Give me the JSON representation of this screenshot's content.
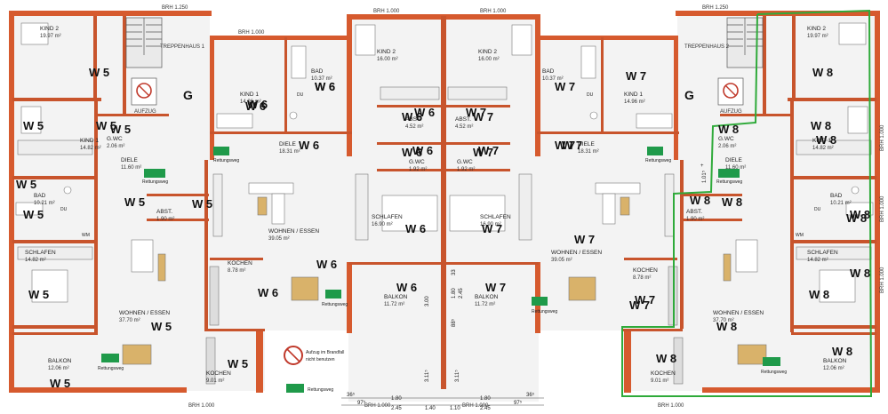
{
  "brh": {
    "top": [
      "BRH 1.250",
      "BRH 1.000",
      "BRH 1.000",
      "BRH 1.000",
      "BRH 1.250"
    ],
    "bottom": [
      "BRH 1.000",
      "BRH 1.000",
      "BRH 1.000",
      "BRH 1.000"
    ],
    "right": [
      "BRH 1.000",
      "BRH 1.000",
      "BRH 1.000"
    ]
  },
  "stairs": {
    "left": "TREPPENHAUS 1",
    "right": "TREPPENHAUS 2"
  },
  "elevator_label": "AUFZUG",
  "stair_letter": "G",
  "rooms": [
    {
      "id": "w5-kind2",
      "name": "KIND 2",
      "area": "19.97 m²",
      "unit": "W 5"
    },
    {
      "id": "w5-kind1",
      "name": "KIND 1",
      "area": "14.82 m²",
      "unit": "W 5"
    },
    {
      "id": "w5-bad",
      "name": "BAD",
      "area": "10.21 m²",
      "unit": "W 5"
    },
    {
      "id": "w5-schlafen",
      "name": "SCHLAFEN",
      "area": "14.82 m²",
      "unit": "W 5"
    },
    {
      "id": "w5-balkon",
      "name": "BALKON",
      "area": "12.06 m²",
      "unit": "W 5"
    },
    {
      "id": "w5-diele",
      "name": "DIELE",
      "area": "11.60 m²",
      "unit": "W 5"
    },
    {
      "id": "w5-abst",
      "name": "ABST.",
      "area": "1.90 m²",
      "unit": "W 5"
    },
    {
      "id": "w5-gwc",
      "name": "G.WC",
      "area": "2.06 m²",
      "unit": "W 5"
    },
    {
      "id": "w5-wohnen",
      "name": "WOHNEN / ESSEN",
      "area": "37.70 m²",
      "unit": "W 5"
    },
    {
      "id": "w5-kochen",
      "name": "KOCHEN",
      "area": "9.01 m²",
      "unit": "W 5"
    },
    {
      "id": "w6-kind1",
      "name": "KIND 1",
      "area": "14.96 m²",
      "unit": "W 6"
    },
    {
      "id": "w6-bad",
      "name": "BAD",
      "area": "10.37 m²",
      "unit": "W 6"
    },
    {
      "id": "w6-kind2",
      "name": "KIND 2",
      "area": "16.00 m²",
      "unit": ""
    },
    {
      "id": "w6-diele",
      "name": "DIELE",
      "area": "18.31 m²",
      "unit": "W 6"
    },
    {
      "id": "w6-abst",
      "name": "ABST.",
      "area": "4.52 m²",
      "unit": "W 6"
    },
    {
      "id": "w6-gwc",
      "name": "G.WC",
      "area": "1.92 m²",
      "unit": "W 6"
    },
    {
      "id": "w6-schlafen",
      "name": "SCHLAFEN",
      "area": "16.90 m²",
      "unit": "W 6"
    },
    {
      "id": "w6-wohnen",
      "name": "WOHNEN / ESSEN",
      "area": "39.05 m²",
      "unit": "W 6"
    },
    {
      "id": "w6-kochen",
      "name": "KOCHEN",
      "area": "8.78 m²",
      "unit": "W 6"
    },
    {
      "id": "w6-balkon",
      "name": "BALKON",
      "area": "11.72 m²",
      "unit": "W 6"
    },
    {
      "id": "w7-kind2",
      "name": "KIND 2",
      "area": "16.00 m²",
      "unit": ""
    },
    {
      "id": "w7-bad",
      "name": "BAD",
      "area": "10.37 m²",
      "unit": "W 7"
    },
    {
      "id": "w7-kind1",
      "name": "KIND 1",
      "area": "14.96 m²",
      "unit": "W 7"
    },
    {
      "id": "w7-abst",
      "name": "ABST.",
      "area": "4.52 m²",
      "unit": "W 7"
    },
    {
      "id": "w7-gwc",
      "name": "G.WC",
      "area": "1.92 m²",
      "unit": "W 7"
    },
    {
      "id": "w7-diele",
      "name": "DIELE",
      "area": "18.31 m²",
      "unit": "W 7"
    },
    {
      "id": "w7-schlafen",
      "name": "SCHLAFEN",
      "area": "16.90 m²",
      "unit": "W 7"
    },
    {
      "id": "w7-wohnen",
      "name": "WOHNEN / ESSEN",
      "area": "39.05 m²",
      "unit": "W 7"
    },
    {
      "id": "w7-kochen",
      "name": "KOCHEN",
      "area": "8.78 m²",
      "unit": "W 7"
    },
    {
      "id": "w7-balkon",
      "name": "BALKON",
      "area": "11.72 m²",
      "unit": "W 7"
    },
    {
      "id": "w8-kind2",
      "name": "KIND 2",
      "area": "19.97 m²",
      "unit": "W 8"
    },
    {
      "id": "w8-kind1",
      "name": "KIND 1",
      "area": "14.82 m²",
      "unit": "W 8"
    },
    {
      "id": "w8-gwc",
      "name": "G.WC",
      "area": "2.06 m²",
      "unit": "W 8"
    },
    {
      "id": "w8-diele",
      "name": "DIELE",
      "area": "11.60 m²",
      "unit": "W 8"
    },
    {
      "id": "w8-abst",
      "name": "ABST.",
      "area": "1.90 m²",
      "unit": "W 8"
    },
    {
      "id": "w8-bad",
      "name": "BAD",
      "area": "10.21 m²",
      "unit": "W 8"
    },
    {
      "id": "w8-schlafen",
      "name": "SCHLAFEN",
      "area": "14.82 m²",
      "unit": "W 8"
    },
    {
      "id": "w8-wohnen",
      "name": "WOHNEN / ESSEN",
      "area": "37.70 m²",
      "unit": "W 8"
    },
    {
      "id": "w8-kochen",
      "name": "KOCHEN",
      "area": "9.01 m²",
      "unit": "W 8"
    },
    {
      "id": "w8-balkon",
      "name": "BALKON",
      "area": "12.06 m²",
      "unit": "W 8"
    }
  ],
  "extra_unit_labels": [
    "W 5",
    "W 5",
    "W 6",
    "W 6",
    "W 6",
    "W 6",
    "W 7",
    "W 7",
    "W 7",
    "W 7",
    "W 8",
    "W 8",
    "W 8"
  ],
  "fixtures": {
    "du": "DU",
    "wm": "WM"
  },
  "exit_sign": "Rettungsweg",
  "legend": {
    "line1": "Aufzug im Brandfall",
    "line2": "nicht benutzen",
    "exit": "Rettungsweg"
  },
  "dims": {
    "bottom": [
      "36⁵",
      "97⁵",
      "1.80",
      "2.45",
      "1.40",
      "1.10",
      "1.80",
      "2.45",
      "97⁵",
      "36⁵"
    ],
    "vertical": [
      "3.00",
      "1.80",
      "2.45",
      "33",
      "3.11⁵",
      "3.11⁵",
      "88⁵"
    ],
    "right": [
      "1.01⁵",
      "+"
    ]
  },
  "colors": {
    "wall": "#d65a2e",
    "floor": "#f3f3f3",
    "highlight": "#2faa3a",
    "exit": "#1f9a4a"
  }
}
